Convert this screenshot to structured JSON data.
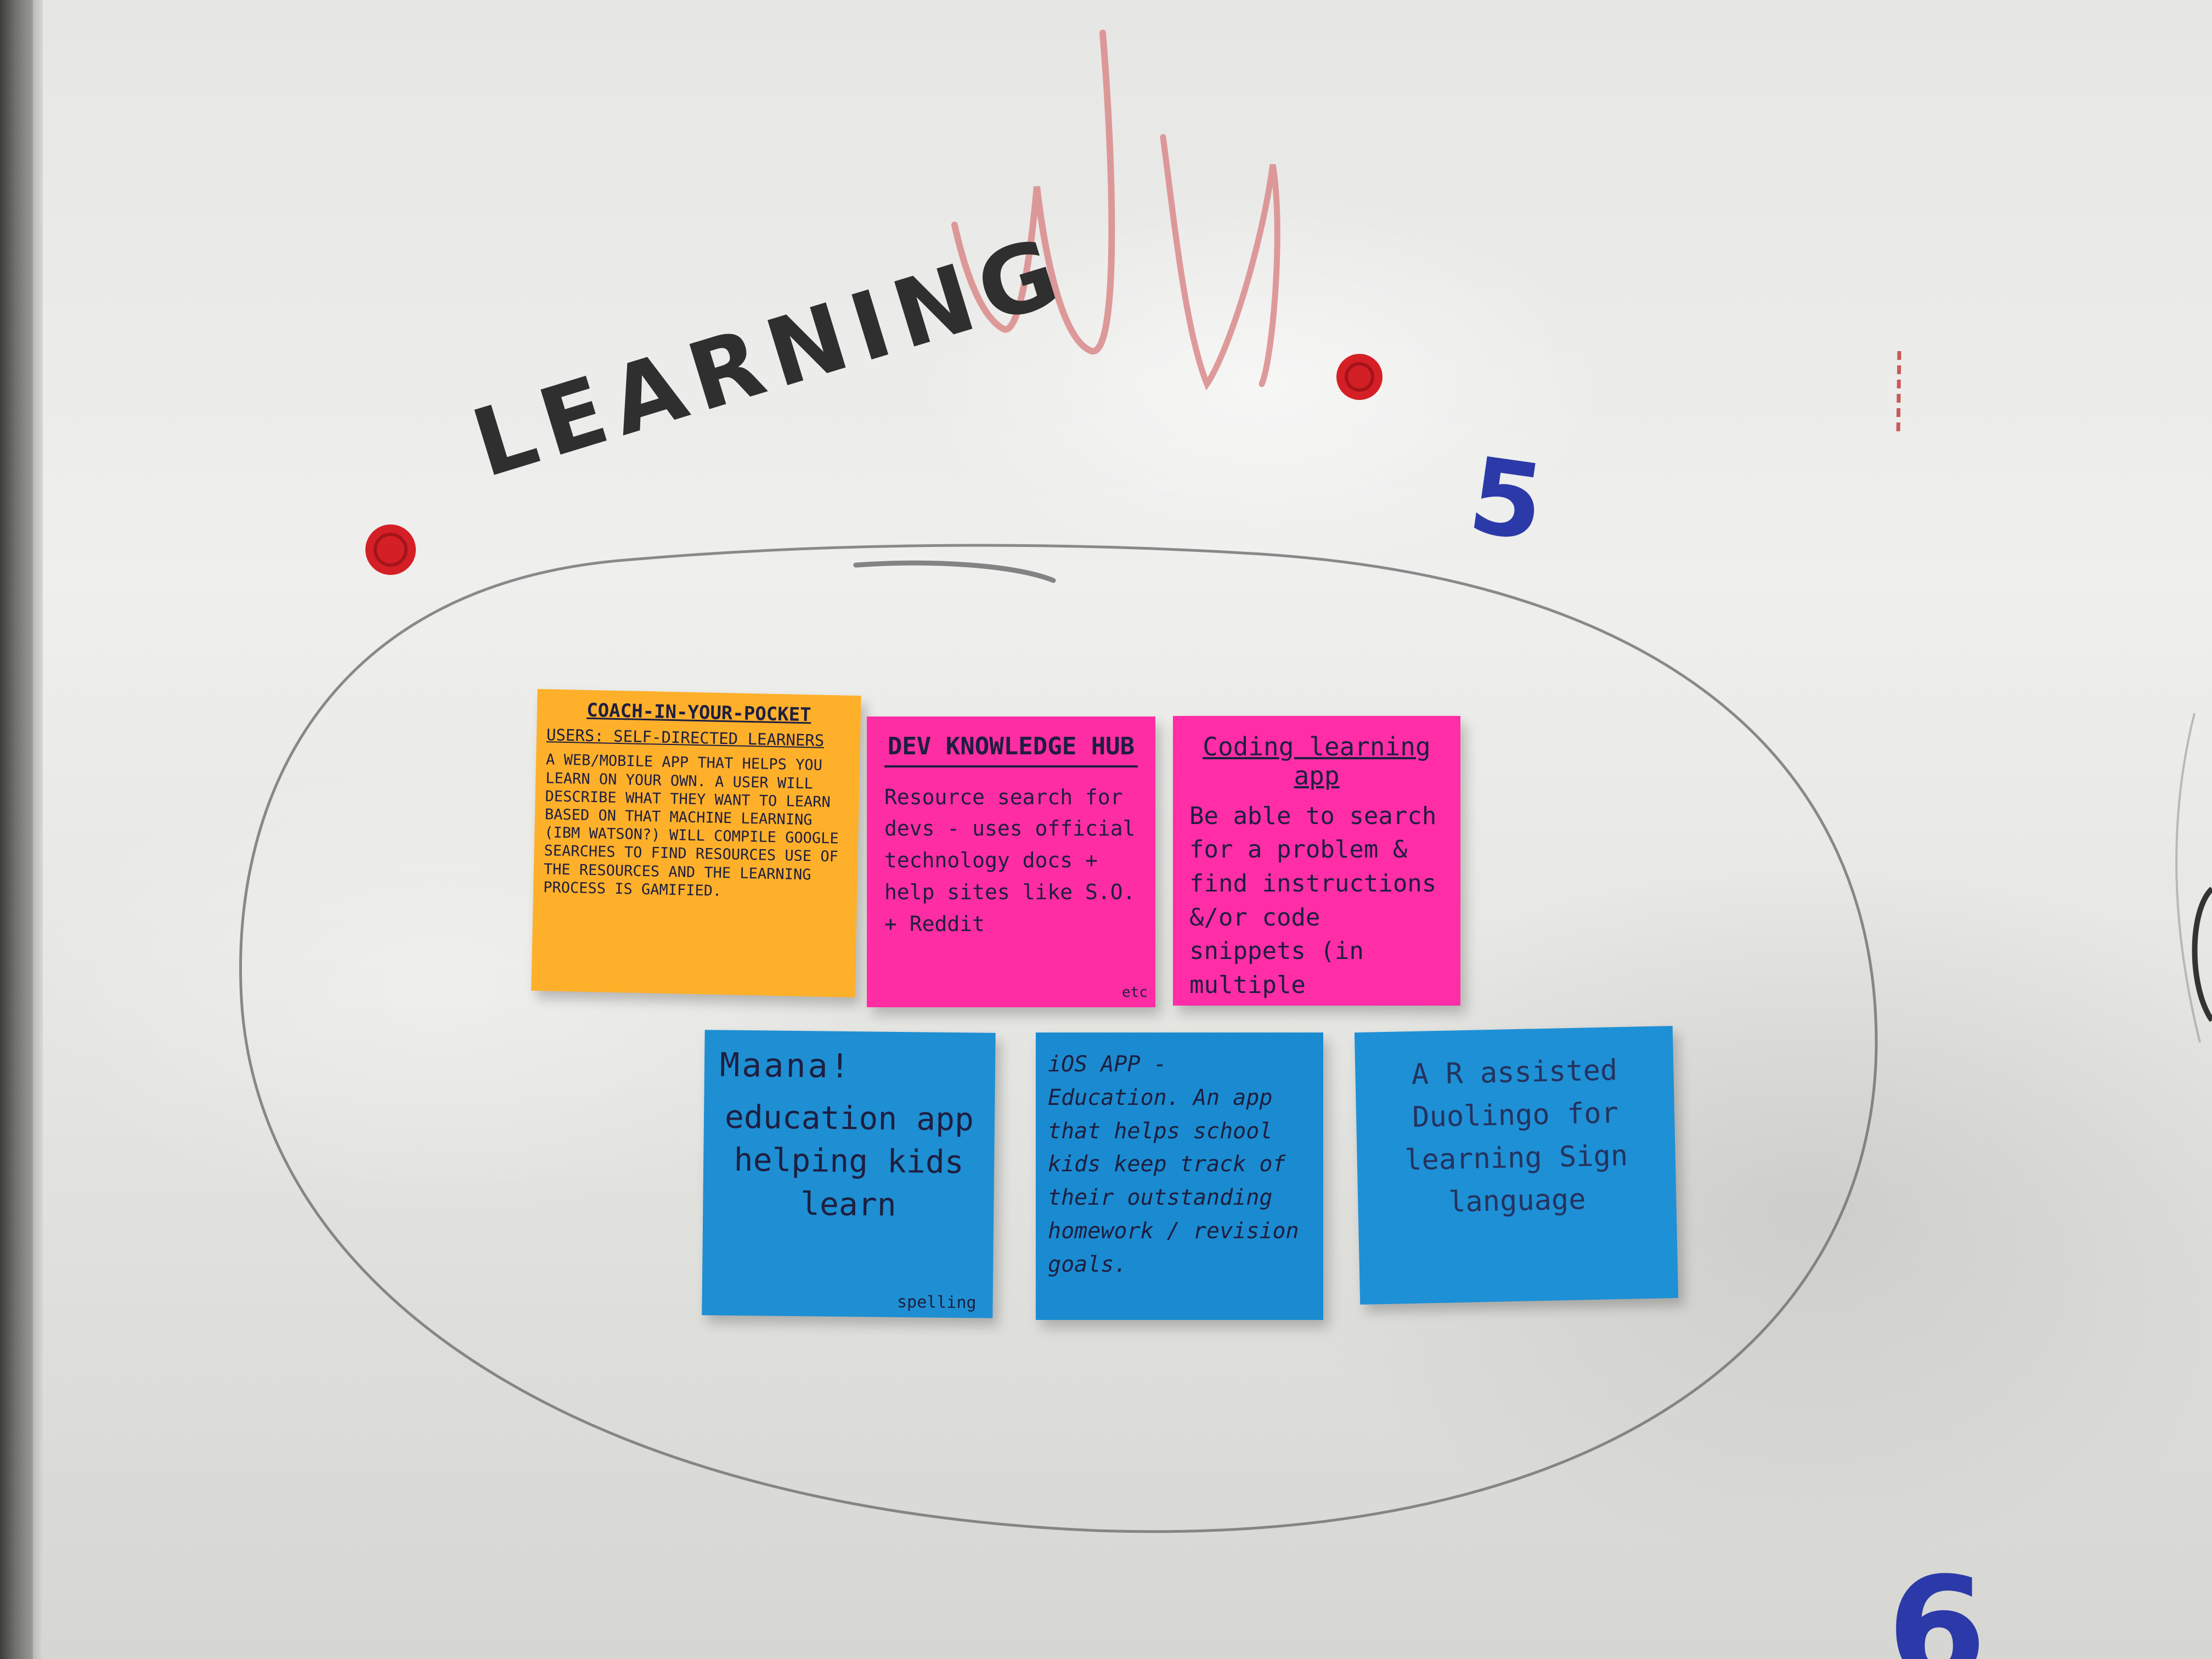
{
  "board": {
    "title": "LEARNING",
    "marks": {
      "five": "5",
      "six": "6"
    }
  },
  "notes": {
    "coach": {
      "color": "#ffb02a",
      "heading": "COACH-IN-YOUR-POCKET",
      "users": "USERS: SELF-DIRECTED LEARNERS",
      "body": "A WEB/MOBILE APP THAT HELPS YOU LEARN ON YOUR OWN. A USER WILL DESCRIBE WHAT THEY WANT TO LEARN BASED ON THAT MACHINE LEARNING (IBM WATSON?) WILL COMPILE GOOGLE SEARCHES TO FIND RESOURCES USE OF THE RESOURCES AND THE LEARNING PROCESS IS GAMIFIED."
    },
    "dev": {
      "color": "#ff2da3",
      "heading": "DEV KNOWLEDGE HUB",
      "body": "Resource search for devs - uses official technology docs + help sites like S.O. + Reddit",
      "corner": "etc"
    },
    "coding": {
      "color": "#ff2da6",
      "heading": "Coding learning app",
      "body": "Be able to search for a problem & find instructions &/or code snippets (in multiple languages)"
    },
    "maana": {
      "color": "#1e8fd2",
      "heading": "Maana!",
      "body": "education app helping kids learn",
      "corner": "spelling"
    },
    "ios": {
      "color": "#1a8bd0",
      "body": "iOS APP - Education. An app that helps school kids keep track of their outstanding homework / revision goals."
    },
    "ar": {
      "color": "#1e90d6",
      "body": "A R assisted Duolingo for learning Sign language"
    }
  }
}
